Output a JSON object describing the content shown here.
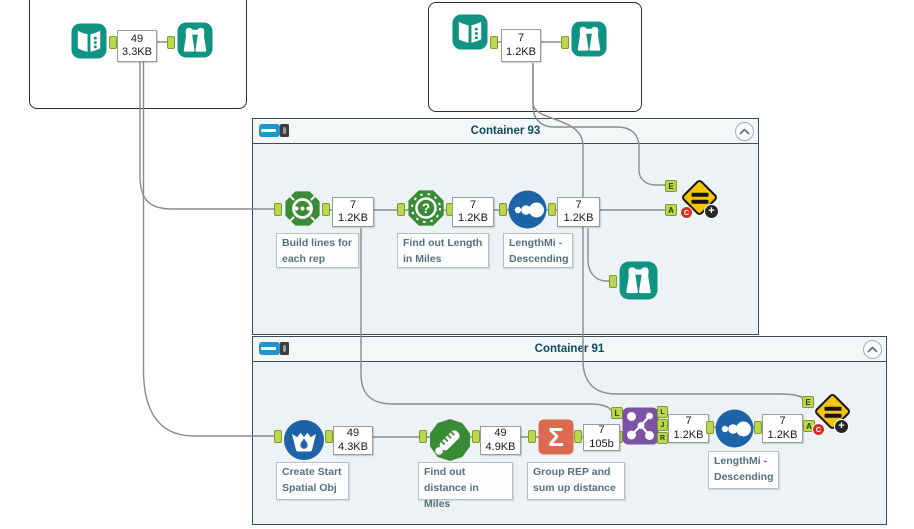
{
  "colors": {
    "tool_teal": "#119384",
    "tool_green": "#3a8b35",
    "tool_blue": "#1c63a8",
    "tool_purple": "#7c52a5",
    "tool_orange": "#dd6a50",
    "test_yellow": "#f3c50a",
    "anchor_green": "#bcd64f",
    "wire_gray": "#8c8c8c",
    "container_bg": "#edf2f4",
    "crew_red": "#d92b1f"
  },
  "input_group_a": {
    "annotation": {
      "records": "49",
      "size": "3.3KB"
    }
  },
  "input_group_b": {
    "annotation": {
      "records": "7",
      "size": "1.2KB"
    }
  },
  "c93": {
    "title": "Container 93",
    "ann_build": {
      "records": "7",
      "size": "1.2KB"
    },
    "ann_length": {
      "records": "7",
      "size": "1.2KB"
    },
    "ann_sort": {
      "records": "7",
      "size": "1.2KB"
    },
    "comments": {
      "build": "Build lines for each rep",
      "length": "Find out Length in Miles",
      "sort": "LengthMi - Descending"
    },
    "test_anchors": {
      "expected": "E",
      "actual": "A"
    }
  },
  "c91": {
    "title": "Container 91",
    "ann_create": {
      "records": "49",
      "size": "4.3KB"
    },
    "ann_distance": {
      "records": "49",
      "size": "4.9KB"
    },
    "ann_summarize": {
      "records": "7",
      "size": "105b"
    },
    "ann_join": {
      "records": "7",
      "size": "1.2KB"
    },
    "ann_sort": {
      "records": "7",
      "size": "1.2KB"
    },
    "comments": {
      "create": "Create Start Spatial Obj",
      "distance": "Find out distance in Miles",
      "summarize": "Group REP and sum up distance",
      "sort": "LengthMi - Descending"
    },
    "join_anchors": {
      "in_left": "L",
      "in_right": "R",
      "out_left": "L",
      "out_join": "J",
      "out_right": "R"
    },
    "test_anchors": {
      "expected": "E",
      "actual": "A"
    }
  },
  "glyphs": {
    "summarize": "Σ",
    "question": "?",
    "crew_badge": "C",
    "macro_badge": "+"
  }
}
